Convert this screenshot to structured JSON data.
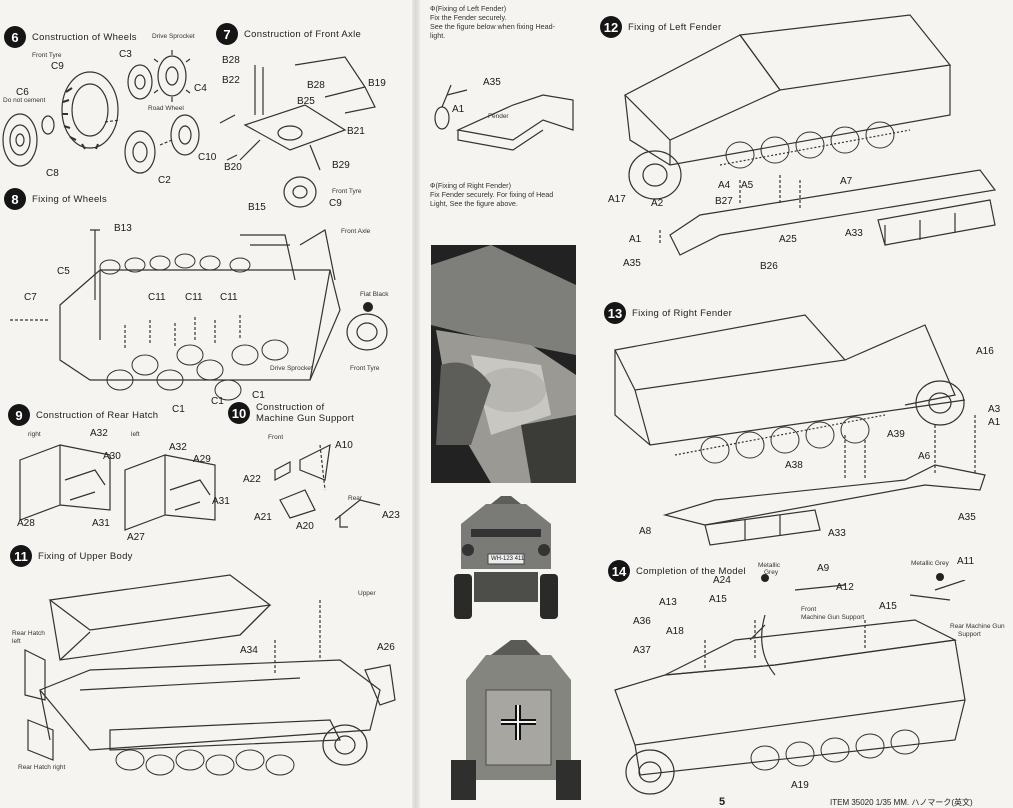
{
  "steps": {
    "s6": {
      "num": "6",
      "title": "Construction of Wheels"
    },
    "s7": {
      "num": "7",
      "title": "Construction of Front Axle"
    },
    "s8": {
      "num": "8",
      "title": "Fixing of Wheels"
    },
    "s9": {
      "num": "9",
      "title": "Construction of Rear Hatch"
    },
    "s10": {
      "num": "10",
      "title_l1": "Construction of",
      "title_l2": "Machine Gun Support"
    },
    "s11": {
      "num": "11",
      "title": "Fixing of Upper Body"
    },
    "s12": {
      "num": "12",
      "title": "Fixing of Left Fender"
    },
    "s13": {
      "num": "13",
      "title": "Fixing of Right Fender"
    },
    "s14": {
      "num": "14",
      "title": "Completion of the Model"
    }
  },
  "notes": {
    "left_fender": [
      "Ф(Fixing of Left Fender)",
      "Fix the Fender securely.",
      "See the figure below when fixing Head-",
      "light."
    ],
    "right_fender": [
      "Ф(Fixing of Right Fender)",
      "Fix Fender securely.  For fixing of Head",
      "Light, See the figure above."
    ]
  },
  "small_text": {
    "front_tyre": "Front Tyre",
    "do_not_cement": "Do not cement",
    "drive_sprocket": "Drive Sprocket",
    "road_wheel": "Road Wheel",
    "front_axle": "Front Axle",
    "flat_black": "Flat Black",
    "right": "right",
    "left": "left",
    "front": "Front",
    "rear": "Rear",
    "upper": "Upper",
    "rear_hatch_left_l1": "Rear Hatch",
    "rear_hatch_left_l2": "left",
    "rear_hatch_right": "Rear Hatch right",
    "fender": "Fender",
    "metallic_grey_l1": "Metallic",
    "metallic_grey_l2": "Grey",
    "metallic_grey": "Metallic Grey",
    "front_mg_support_l1": "Front",
    "front_mg_support_l2": "Machine Gun Support",
    "rear_mg_support_l1": "Rear Machine Gun",
    "rear_mg_support_l2": "Support"
  },
  "parts": {
    "C9": "C9",
    "C6": "C6",
    "C8": "C8",
    "C3": "C3",
    "C4": "C4",
    "C10": "C10",
    "C2": "C2",
    "B28": "B28",
    "B22": "B22",
    "B25": "B25",
    "B19": "B19",
    "B21": "B21",
    "B20": "B20",
    "B29": "B29",
    "B13": "B13",
    "B15": "B15",
    "C5": "C5",
    "C7": "C7",
    "C11": "C11",
    "C1": "C1",
    "A32": "A32",
    "A30": "A30",
    "A29": "A29",
    "A28": "A28",
    "A31": "A31",
    "A27": "A27",
    "A10": "A10",
    "A22": "A22",
    "A21": "A21",
    "A20": "A20",
    "A23": "A23",
    "A34": "A34",
    "A26": "A26",
    "A35": "A35",
    "A1": "A1",
    "A17": "A17",
    "A4": "A4",
    "A5": "A5",
    "A7": "A7",
    "A2": "A2",
    "B27": "B27",
    "A25": "A25",
    "A33": "A33",
    "B26": "B26",
    "A16": "A16",
    "A3": "A3",
    "A39": "A39",
    "A6": "A6",
    "A38": "A38",
    "A8": "A8",
    "A9": "A9",
    "A11": "A11",
    "A24": "A24",
    "A12": "A12",
    "A13": "A13",
    "A15": "A15",
    "A36": "A36",
    "A18": "A18",
    "A37": "A37",
    "A19": "A19"
  },
  "photo_plate": "WH-123 411",
  "page_number": "5",
  "footer": "ITEM 35020  1/35 MM. ハノマーク(英文)"
}
